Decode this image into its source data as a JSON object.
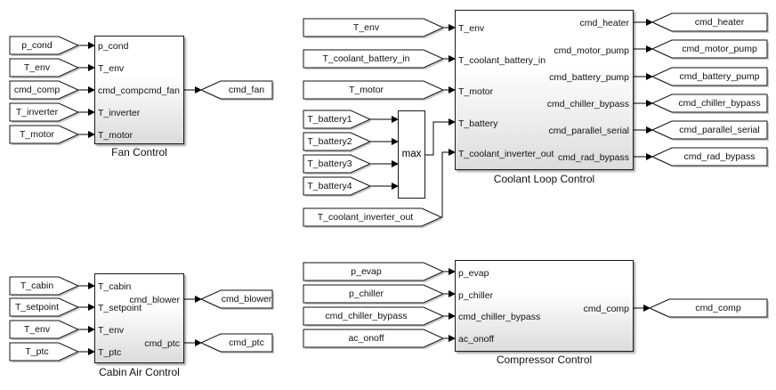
{
  "subsystems": {
    "fan_control": {
      "title": "Fan Control",
      "inputs": [
        "p_cond",
        "T_env",
        "cmd_comp",
        "T_inverter",
        "T_motor"
      ],
      "outputs": [
        "cmd_fan"
      ]
    },
    "coolant_loop_control": {
      "title": "Coolant Loop Control",
      "inputs": [
        "T_env",
        "T_coolant_battery_in",
        "T_motor",
        "T_battery",
        "T_coolant_inverter_out"
      ],
      "outputs": [
        "cmd_heater",
        "cmd_motor_pump",
        "cmd_battery_pump",
        "cmd_chiller_bypass",
        "cmd_parallel_serial",
        "cmd_rad_bypass"
      ]
    },
    "cabin_air_control": {
      "title": "Cabin Air Control",
      "inputs": [
        "T_cabin",
        "T_setpoint",
        "T_env",
        "T_ptc"
      ],
      "outputs": [
        "cmd_blower",
        "cmd_ptc"
      ]
    },
    "compressor_control": {
      "title": "Compressor Control",
      "inputs": [
        "p_evap",
        "p_chiller",
        "cmd_chiller_bypass",
        "ac_onoff"
      ],
      "outputs": [
        "cmd_comp"
      ]
    }
  },
  "max_block": {
    "label": "max",
    "inputs": [
      "T_battery1",
      "T_battery2",
      "T_battery3",
      "T_battery4"
    ]
  },
  "from_tags": {
    "fan": [
      "p_cond",
      "T_env",
      "cmd_comp",
      "T_inverter",
      "T_motor"
    ],
    "coolant": [
      "T_env",
      "T_coolant_battery_in",
      "T_motor"
    ],
    "battery": [
      "T_battery1",
      "T_battery2",
      "T_battery3",
      "T_battery4"
    ],
    "coolant_inverter": "T_coolant_inverter_out",
    "cabin": [
      "T_cabin",
      "T_setpoint",
      "T_env",
      "T_ptc"
    ],
    "compressor": [
      "p_evap",
      "p_chiller",
      "cmd_chiller_bypass",
      "ac_onoff"
    ]
  },
  "goto_tags": {
    "fan": [
      "cmd_fan"
    ],
    "coolant": [
      "cmd_heater",
      "cmd_motor_pump",
      "cmd_battery_pump",
      "cmd_chiller_bypass",
      "cmd_parallel_serial",
      "cmd_rad_bypass"
    ],
    "cabin": [
      "cmd_blower",
      "cmd_ptc"
    ],
    "compressor": [
      "cmd_comp"
    ]
  }
}
